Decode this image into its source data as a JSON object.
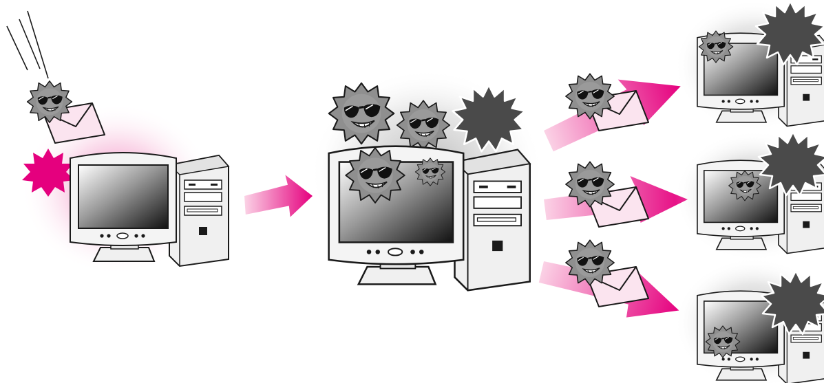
{
  "colors": {
    "accent": "#e5007e",
    "accent_light": "#f7c8e0",
    "virus_gray": "#8a8a8a",
    "virus_dark": "#3d3d3d",
    "monitor_fill": "#f2f2f2",
    "outline": "#1a1a1a",
    "envelope_fill": "#fbe4ef",
    "halo_gray": "#bdbdbd"
  },
  "icons": {
    "incoming_streak": "speed-lines-icon",
    "virus": "sunglasses-virus-icon",
    "email": "envelope-icon",
    "computer": "desktop-computer-icon",
    "spread_arrow": "right-arrow-icon",
    "burst": "explosion-burst-icon"
  },
  "stages": [
    {
      "role": "infected-email-arrives",
      "icons": [
        "virus",
        "email",
        "computer",
        "burst"
      ]
    },
    {
      "role": "infected-computer",
      "icons": [
        "virus",
        "computer",
        "burst"
      ]
    },
    {
      "role": "spread-to-other-computers",
      "count": 3,
      "icons": [
        "virus",
        "email",
        "spread_arrow",
        "computer",
        "burst"
      ]
    }
  ]
}
